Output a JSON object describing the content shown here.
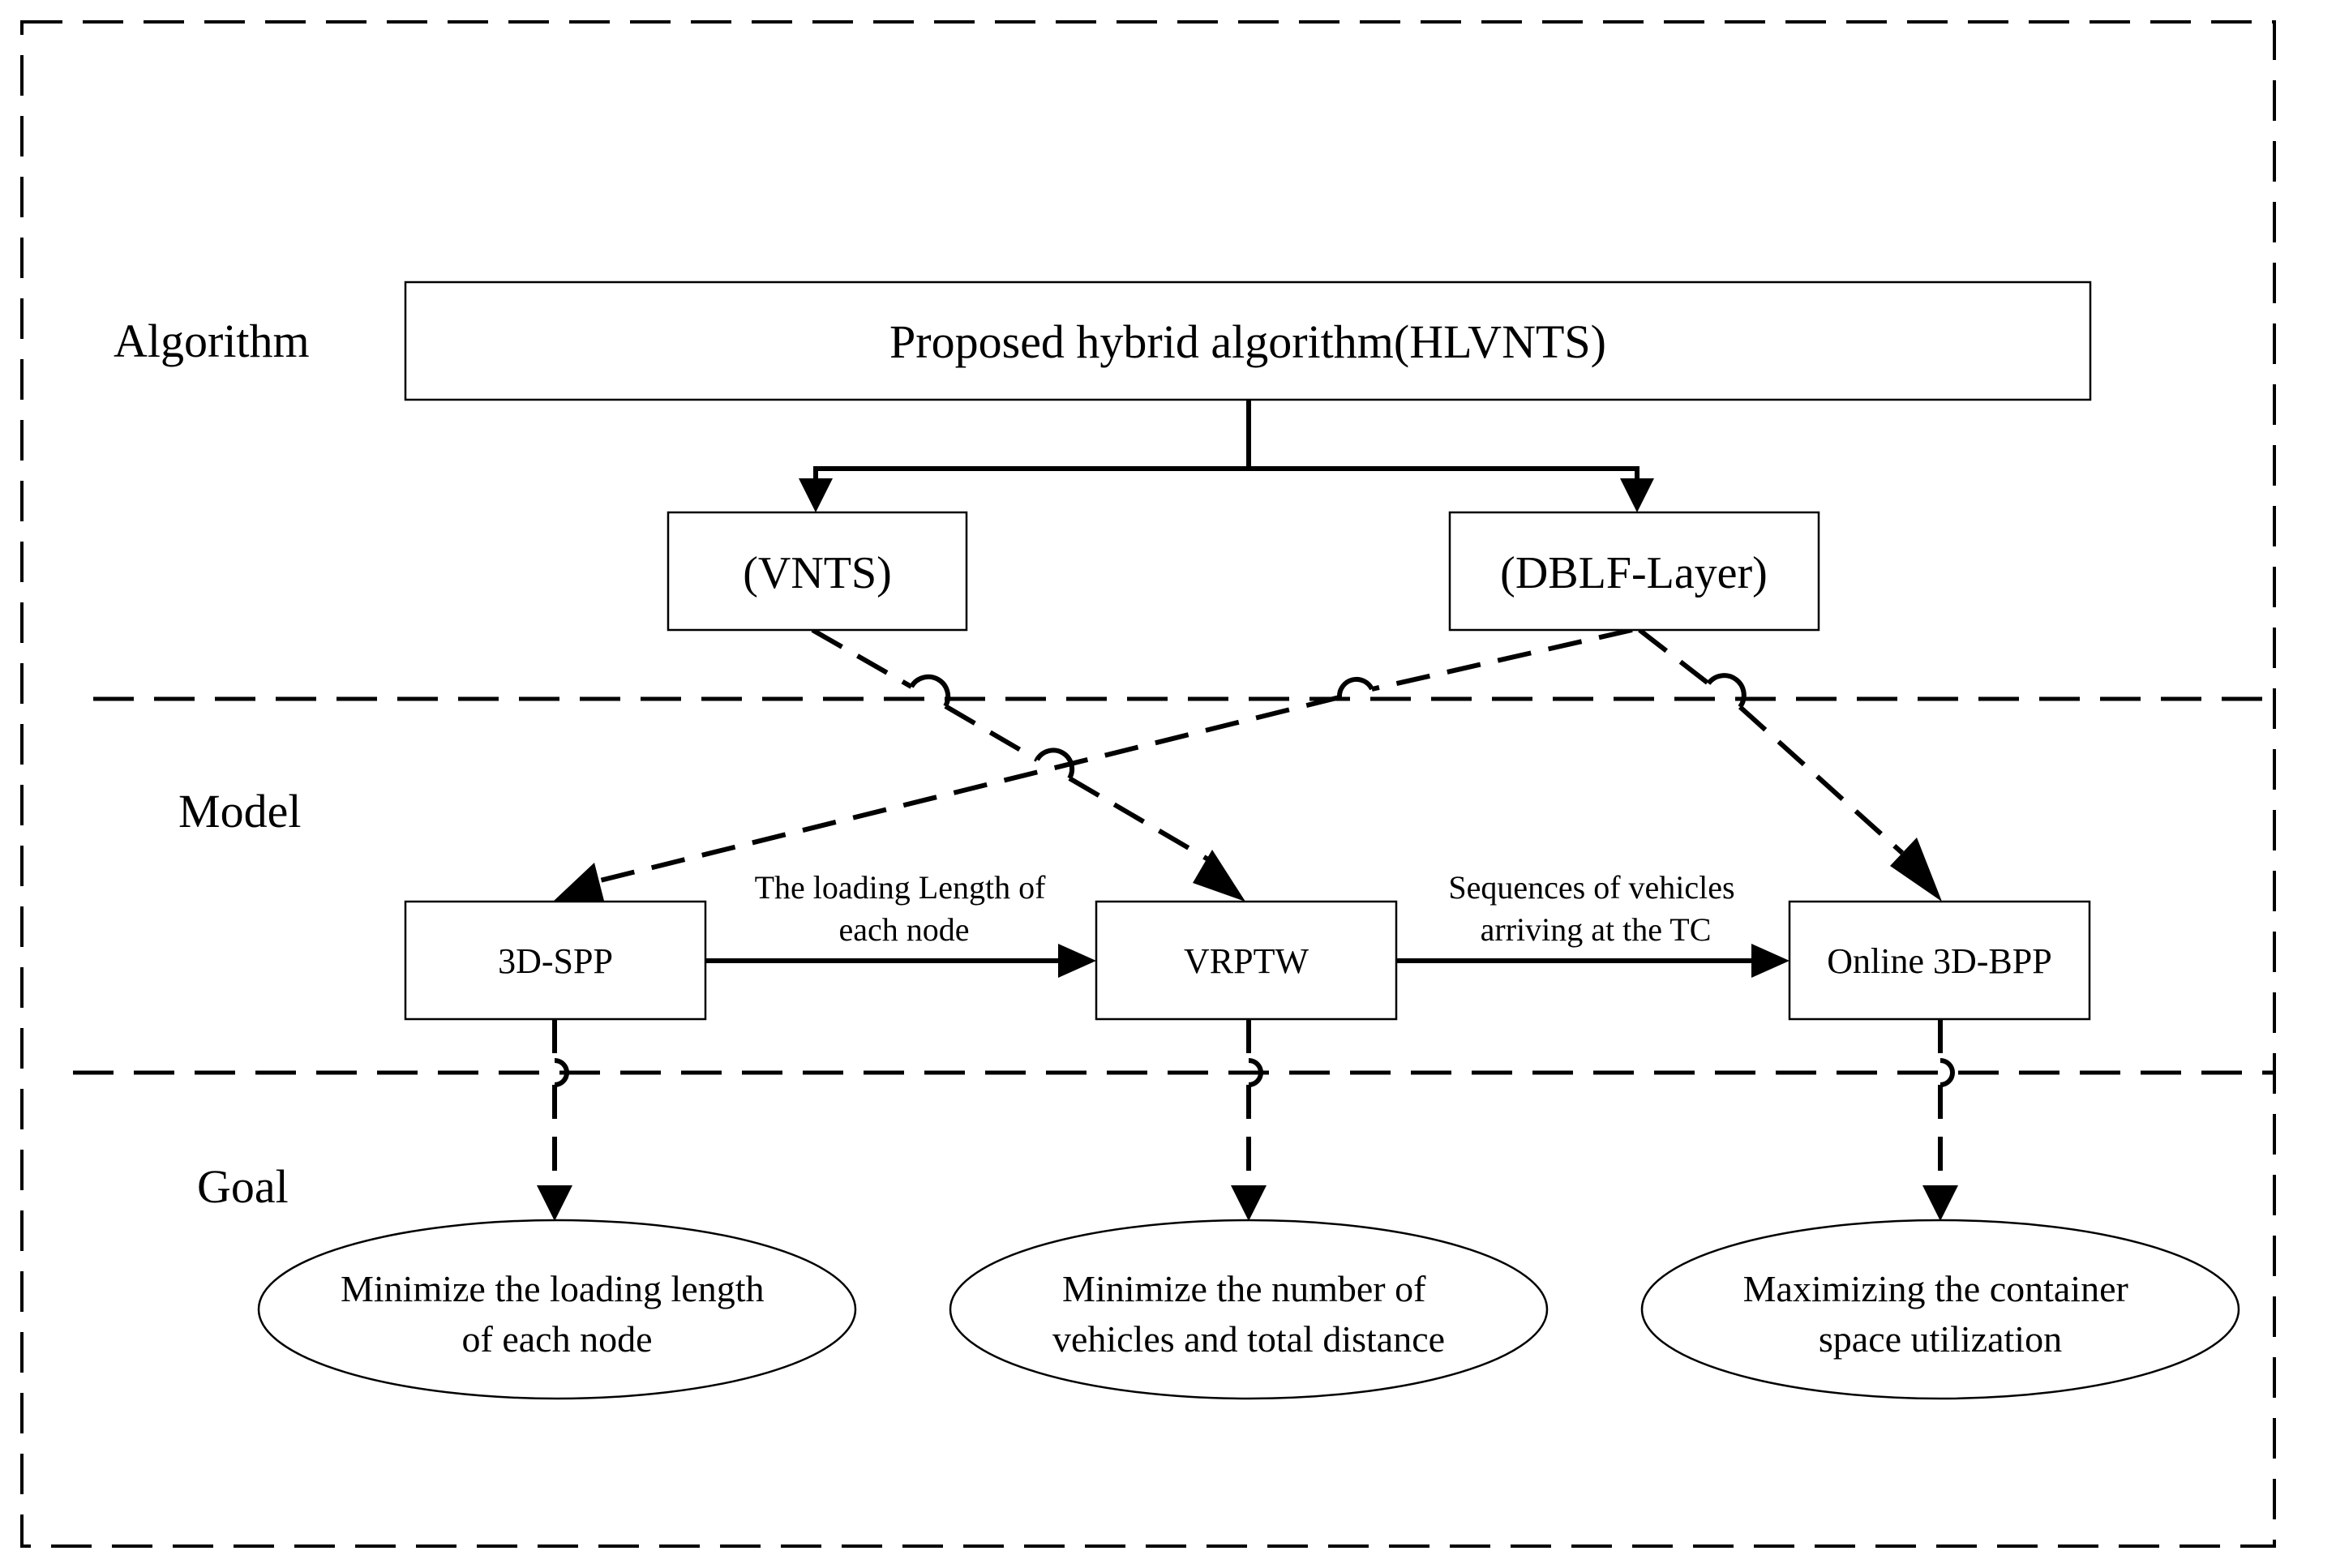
{
  "sections": {
    "algorithm": "Algorithm",
    "model": "Model",
    "goal": "Goal"
  },
  "algorithm": {
    "main": "Proposed hybrid algorithm(HLVNTS)",
    "left": "(VNTS)",
    "right": "(DBLF-Layer)"
  },
  "models": {
    "spp": "3D-SPP",
    "vrptw": "VRPTW",
    "bpp": "Online 3D-BPP"
  },
  "edges": {
    "spp_to_vrptw": [
      "The loading Length of",
      "each node"
    ],
    "vrptw_to_bpp": [
      "Sequences of vehicles",
      "arriving at the TC"
    ]
  },
  "goals": {
    "spp": [
      "Minimize the loading length",
      "of each node"
    ],
    "vrptw": [
      "Minimize the number of",
      "vehicles and total distance"
    ],
    "bpp": [
      "Maximizing the container",
      "space utilization"
    ]
  }
}
